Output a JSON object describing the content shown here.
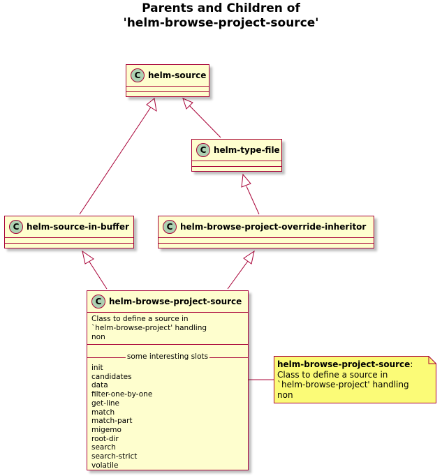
{
  "title_line1": "Parents and Children of",
  "title_line2": "'helm-browse-project-source'",
  "class_glyph": "C",
  "colors": {
    "class_fill": "#FEFECE",
    "class_border": "#A80036",
    "circle_fill": "#ADD1B2",
    "note_fill": "#FBFB77"
  },
  "classes": {
    "helm_source": {
      "name": "helm-source"
    },
    "helm_type_file": {
      "name": "helm-type-file"
    },
    "helm_source_in_buffer": {
      "name": "helm-source-in-buffer"
    },
    "override_inheritor": {
      "name": "helm-browse-project-override-inheritor"
    },
    "browse_project_source": {
      "name": "helm-browse-project-source",
      "doc": "Class to define a source in\n`helm-browse-project' handling\nnon",
      "slots_header": "some interesting slots",
      "slots": [
        "init",
        "candidates",
        "data",
        "filter-one-by-one",
        "get-line",
        "match",
        "match-part",
        "migemo",
        "root-dir",
        "search",
        "search-strict",
        "volatile"
      ]
    }
  },
  "note": {
    "bold": "helm-browse-project-source",
    "suffix": ":",
    "body": "Class to define a source in\n`helm-browse-project' handling\nnon"
  }
}
